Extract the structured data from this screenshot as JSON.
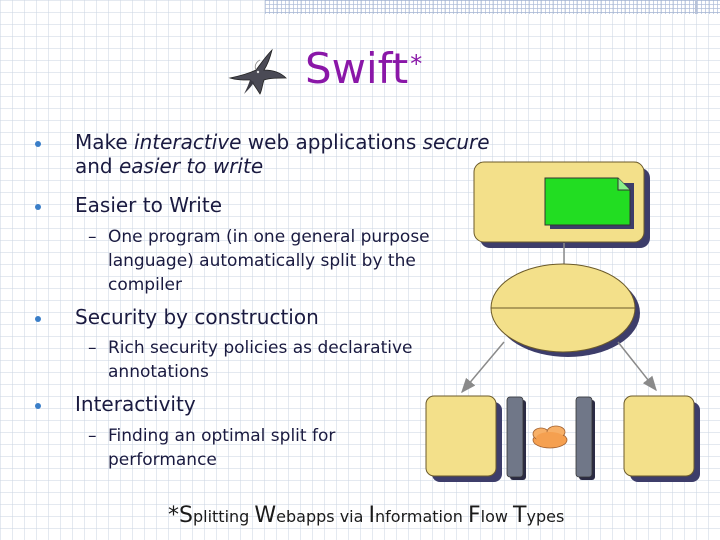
{
  "title": {
    "text": "Swift",
    "asterisk": "*"
  },
  "bullets": [
    {
      "lines": [
        [
          {
            "t": "Make ",
            "i": false
          },
          {
            "t": "interactive",
            "i": true
          },
          {
            "t": " web applications ",
            "i": false
          },
          {
            "t": "secure",
            "i": true
          }
        ],
        [
          {
            "t": "and ",
            "i": false
          },
          {
            "t": "easier to write",
            "i": true
          }
        ]
      ],
      "subs": []
    },
    {
      "lines": [
        [
          {
            "t": "Easier to Write",
            "i": false
          }
        ]
      ],
      "subs": [
        {
          "dash": "–",
          "lines": [
            "One program (in one general purpose",
            "language) automatically split by the",
            "compiler"
          ]
        }
      ]
    },
    {
      "lines": [
        [
          {
            "t": "Security by construction",
            "i": false
          }
        ]
      ],
      "subs": [
        {
          "dash": "–",
          "lines": [
            "Rich security policies as declarative",
            "annotations"
          ]
        }
      ]
    },
    {
      "lines": [
        [
          {
            "t": "Interactivity",
            "i": false
          }
        ]
      ],
      "subs": [
        {
          "dash": "–",
          "lines": [
            "Finding an optimal split for",
            "performance"
          ]
        }
      ]
    }
  ],
  "footnote": [
    {
      "t": "*S",
      "big": true
    },
    {
      "t": "plitting ",
      "big": false
    },
    {
      "t": "W",
      "big": true
    },
    {
      "t": "ebapps via ",
      "big": false
    },
    {
      "t": "I",
      "big": true
    },
    {
      "t": "nformation ",
      "big": false
    },
    {
      "t": "F",
      "big": true
    },
    {
      "t": "low ",
      "big": false
    },
    {
      "t": "T",
      "big": true
    },
    {
      "t": "ypes",
      "big": false
    }
  ],
  "colors": {
    "title": "#8a17a8",
    "bullet": "#3a7ec8",
    "box_fill": "#f3e08a",
    "box_stroke": "#6b5a2a",
    "shadow": "#3d3d6a",
    "note_fill": "#22dd22",
    "column_fill": "#707788",
    "cloud_fill": "#f5a050"
  },
  "icons": {
    "logo": "swift-bird-icon"
  }
}
